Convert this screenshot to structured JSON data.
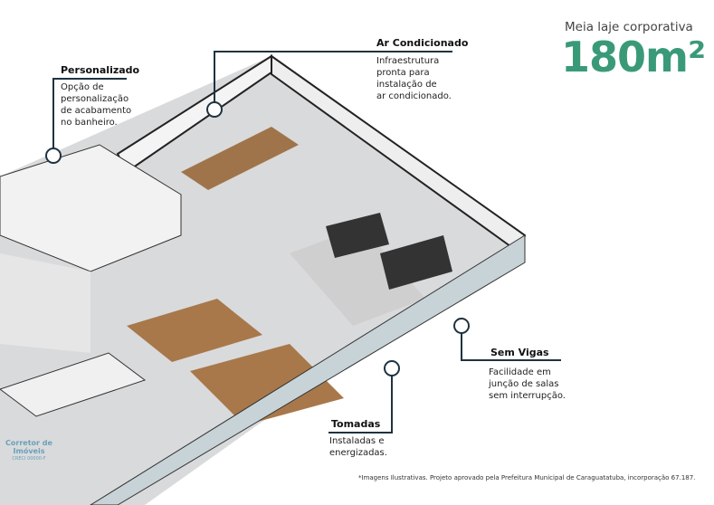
{
  "header": {
    "subtitle": "Meia laje corporativa",
    "area": "180m²"
  },
  "callouts": [
    {
      "title": "Personalizado",
      "text": [
        "Opção de",
        "personalização",
        "de acabamento",
        "no banheiro."
      ]
    },
    {
      "title": "Ar Condicionado",
      "text": [
        "Infraestrutura",
        "pronta para",
        "instalação de",
        "ar condicionado."
      ]
    },
    {
      "title": "Sem Vigas",
      "text": [
        "Facilidade em",
        "junção de salas",
        "sem interrupção."
      ]
    },
    {
      "title": "Tomadas",
      "text": [
        "Instaladas e",
        "energizadas."
      ]
    }
  ],
  "footer": {
    "disclaimer": "*Imagens Ilustrativas. Projeto aprovado pela Prefeitura Municipal de Caraguatatuba, incorporação 67.187."
  },
  "watermark": {
    "line1": "Corretor de",
    "line2": "Imóveis",
    "line3": "CRECI 00000-F"
  },
  "colors": {
    "accent": "#3a9a78",
    "callout": "#1f3340"
  }
}
